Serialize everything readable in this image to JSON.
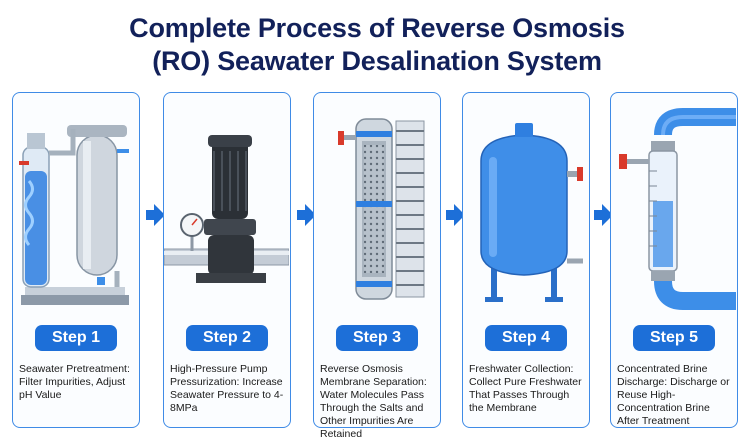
{
  "title_line1": "Complete Process of Reverse Osmosis",
  "title_line2": "(RO) Seawater Desalination System",
  "colors": {
    "accent": "#1d6fd8",
    "border": "#3f8be6",
    "title": "#12215a",
    "water": "#2f7fe0"
  },
  "icons": [
    "arrow-right-icon",
    "pretreatment-filter-icon",
    "high-pressure-pump-icon",
    "ro-membrane-icon",
    "freshwater-tank-icon",
    "brine-pipe-icon"
  ],
  "steps": [
    {
      "label": "Step 1",
      "description": "Seawater Pretreatment: Filter Impurities, Adjust pH Value"
    },
    {
      "label": "Step 2",
      "description": "High-Pressure Pump Pressurization: Increase Seawater Pressure to 4-8MPa"
    },
    {
      "label": "Step 3",
      "description": "Reverse Osmosis Membrane Separation: Water Molecules Pass Through the Salts and Other Impurities Are Retained"
    },
    {
      "label": "Step 4",
      "description": "Freshwater Collection: Collect Pure Freshwater That Passes Through the Membrane"
    },
    {
      "label": "Step 5",
      "description": "Concentrated Brine Discharge: Discharge or Reuse High-Concentration Brine After Treatment"
    }
  ]
}
